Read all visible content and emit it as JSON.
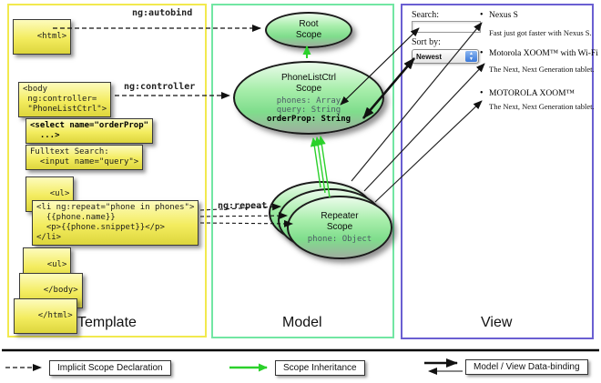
{
  "columns": {
    "template": "Template",
    "model": "Model",
    "view": "View"
  },
  "annotations": {
    "autobind": "ng:autobind",
    "controller": "ng:controller",
    "repeat": "ng:repeat"
  },
  "template": {
    "html_open": "<html>",
    "body_open": [
      "<body",
      " ng:controller=",
      " \"PhoneListCtrl\">"
    ],
    "select_tag": [
      "<select name=\"orderProp\"",
      "  ...>"
    ],
    "fulltext": [
      "Fulltext Search:",
      "  <input name=\"query\">"
    ],
    "ul_open": "<ul>",
    "li_repeat": [
      "<li ng:repeat=\"phone in phones\">",
      "  {{phone.name}}",
      "  <p>{{phone.snippet}}</p>",
      "</li>"
    ],
    "ul_close": "<ul>",
    "body_close": "</body>",
    "html_close": "</html>"
  },
  "model": {
    "root_scope": {
      "line1": "Root",
      "line2": "Scope"
    },
    "phonelist_scope": {
      "line1": "PhoneListCtrl",
      "line2": "Scope",
      "props": [
        "phones: Array",
        "query: String",
        "orderProp: String"
      ]
    },
    "repeater_scope": {
      "line1": "Repeater",
      "line2": "Scope",
      "prop": "phone: Object"
    }
  },
  "view": {
    "search_label": "Search:",
    "sort_label": "Sort by:",
    "sort_value": "Newest",
    "items": [
      {
        "title": "Nexus S",
        "desc": "Fast just got faster with Nexus S."
      },
      {
        "title": "Motorola XOOM™ with Wi-Fi",
        "desc": "The Next, Next Generation tablet."
      },
      {
        "title": "MOTOROLA XOOM™",
        "desc": "The Next, Next Generation tablet."
      }
    ]
  },
  "legend": {
    "implicit": "Implicit Scope Declaration",
    "inheritance": "Scope Inheritance",
    "binding": "Model / View Data-binding"
  },
  "colors": {
    "template_border": "#f2e94e",
    "model_border": "#72e6a3",
    "view_border": "#6a5fd2",
    "green_arrow": "#2bd12b",
    "box_yellow": "#f0e95a",
    "scope_green": "#8fe596"
  }
}
